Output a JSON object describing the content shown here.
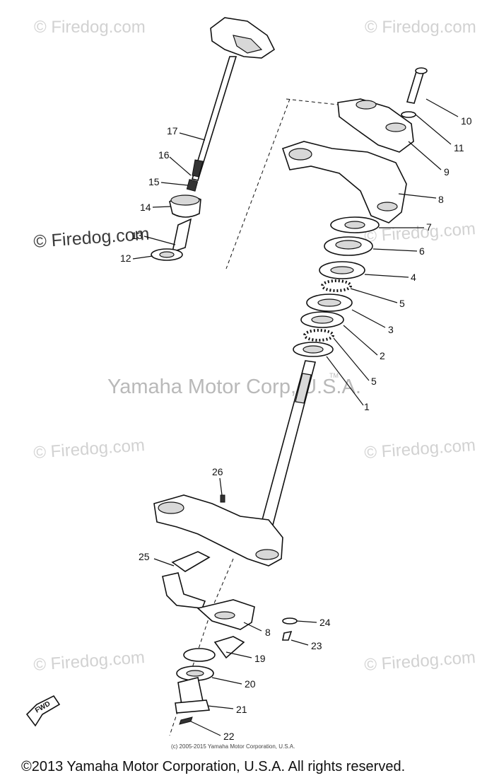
{
  "watermark": {
    "text": "© Firedog.com",
    "brand": "Yamaha Motor Corp, U.S.A.",
    "tm": "TM"
  },
  "callouts": [
    {
      "id": "c10",
      "text": "10"
    },
    {
      "id": "c11",
      "text": "11"
    },
    {
      "id": "c9",
      "text": "9"
    },
    {
      "id": "c8a",
      "text": "8"
    },
    {
      "id": "c7",
      "text": "7"
    },
    {
      "id": "c6",
      "text": "6"
    },
    {
      "id": "c4",
      "text": "4"
    },
    {
      "id": "c5a",
      "text": "5"
    },
    {
      "id": "c3",
      "text": "3"
    },
    {
      "id": "c2",
      "text": "2"
    },
    {
      "id": "c5b",
      "text": "5"
    },
    {
      "id": "c1",
      "text": "1"
    },
    {
      "id": "c17",
      "text": "17"
    },
    {
      "id": "c16",
      "text": "16"
    },
    {
      "id": "c15",
      "text": "15"
    },
    {
      "id": "c14",
      "text": "14"
    },
    {
      "id": "c13",
      "text": "13"
    },
    {
      "id": "c12",
      "text": "12"
    },
    {
      "id": "c26",
      "text": "26"
    },
    {
      "id": "c25",
      "text": "25"
    },
    {
      "id": "c24",
      "text": "24"
    },
    {
      "id": "c8b",
      "text": "8"
    },
    {
      "id": "c23",
      "text": "23"
    },
    {
      "id": "c19",
      "text": "19"
    },
    {
      "id": "c20",
      "text": "20"
    },
    {
      "id": "c21",
      "text": "21"
    },
    {
      "id": "c22",
      "text": "22"
    }
  ],
  "fwd_label": "FWD",
  "small_copyright": "(c) 2005-2015 Yamaha Motor Corporation, U.S.A.",
  "footer_copyright": "©2013 Yamaha Motor Corporation, U.S.A. All rights reserved."
}
